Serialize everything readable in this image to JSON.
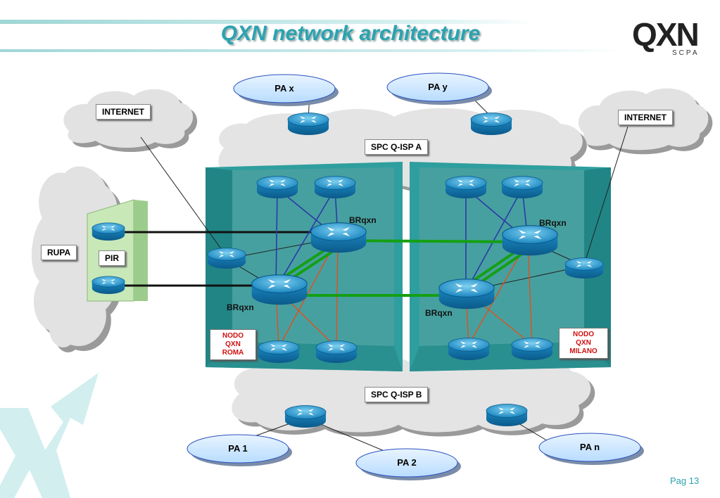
{
  "title": "QXN network architecture",
  "logo": {
    "main": "QXN",
    "sub": "SCPA"
  },
  "clouds": {
    "internet_left": "INTERNET",
    "internet_right": "INTERNET",
    "rupa": "RUPA",
    "spc_a": "SPC Q-ISP A",
    "spc_b": "SPC Q-ISP B"
  },
  "pir": "PIR",
  "nodes": {
    "roma": {
      "line1": "NODO",
      "line2": "QXN",
      "line3": "ROMA"
    },
    "milano": {
      "line1": "NODO",
      "line2": "QXN",
      "line3": "MILANO"
    }
  },
  "border_routers": {
    "roma_top": "BRqxn",
    "roma_bottom": "BRqxn",
    "milano_top": "BRqxn",
    "milano_bottom": "BRqxn"
  },
  "pa": {
    "x": "PA x",
    "y": "PA y",
    "one": "PA 1",
    "two": "PA 2",
    "n": "PA n"
  },
  "page": "Pag 13",
  "colors": {
    "accent": "#2aa3b0",
    "box": "#2aa0a0",
    "router": "#1a8fc0",
    "link_blue": "#2a3aa8",
    "link_green": "#14a014",
    "link_red": "#e0501a",
    "nodo_text": "#d01010"
  }
}
